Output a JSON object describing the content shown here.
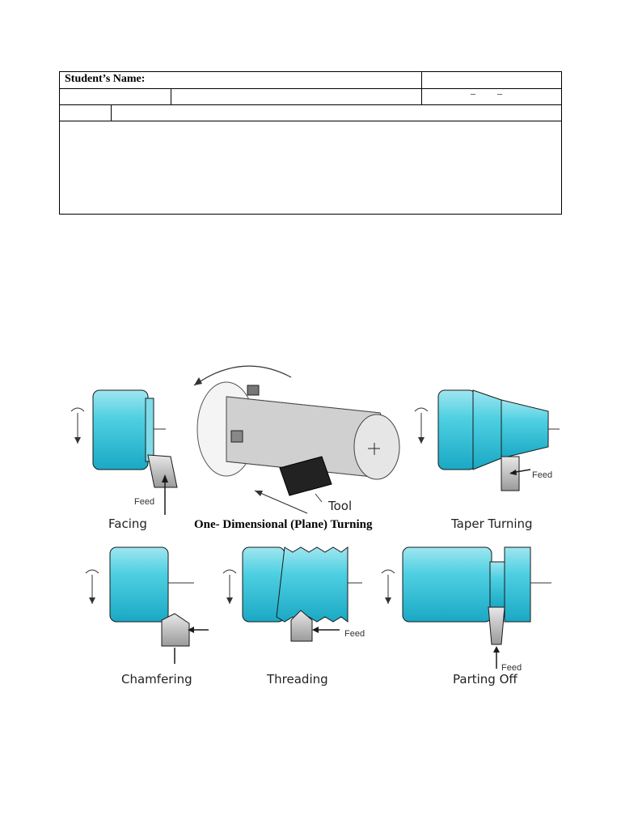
{
  "form": {
    "student_name_label": "Student’s Name:",
    "date_marks": "– –"
  },
  "figure": {
    "labels": {
      "facing": "Facing",
      "plane_turning": "One- Dimensional (Plane) Turning",
      "taper_turning": "Taper Turning",
      "chamfering": "Chamfering",
      "threading": "Threading",
      "parting_off": "Parting Off",
      "tool": "Tool",
      "feed": "Feed",
      "feed_short": "Feed"
    },
    "colors": {
      "workpiece": "#3fc6dc",
      "workpiece_light": "#9fe6f0",
      "tool": "#c8c8c8",
      "outline": "#1a1a1a"
    }
  }
}
